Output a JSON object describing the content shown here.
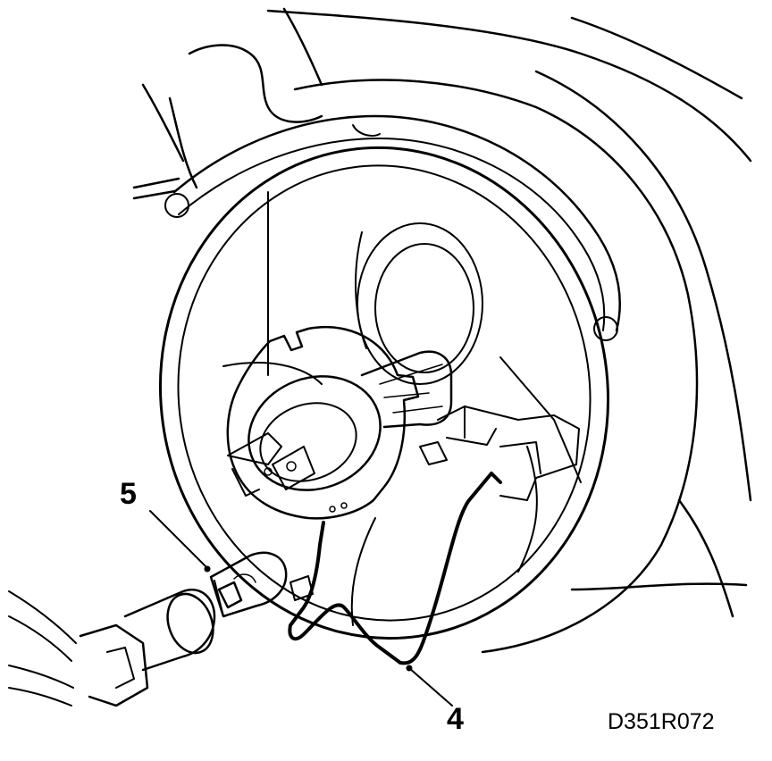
{
  "callouts": {
    "bulb_holder_label": "4",
    "parking_bulb_label": "5"
  },
  "figure": {
    "code": "D351R072"
  },
  "colors": {
    "ink": "#000000",
    "paper": "#ffffff"
  },
  "icons": {
    "headlamp": "headlamp-housing-icon",
    "main_bulb": "halogen-bulb-icon",
    "parking_bulb": "wedge-bulb-icon",
    "socket": "bulb-socket-icon",
    "clip": "retaining-spring-clip-icon"
  }
}
